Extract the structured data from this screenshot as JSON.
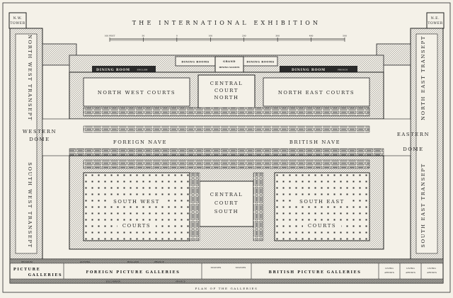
{
  "plan": {
    "title": "THE INTERNATIONAL EXHIBITION",
    "caption": "PLAN OF THE GALLERIES",
    "towers": {
      "nw_line1": "N.W.",
      "nw_line2": "TOWER",
      "ne_line1": "N.E.",
      "ne_line2": "TOWER"
    },
    "scale": {
      "ticks": [
        "100 FEET",
        "50",
        "0",
        "100",
        "200",
        "300",
        "400",
        "500"
      ]
    },
    "dining": {
      "grand_line1": "GRAND",
      "grand_line2": "DINING SALOON",
      "rooms_left": "DINING ROOMS",
      "rooms_right": "DINING ROOMS",
      "room_left": "DINING ROOM",
      "room_left_sub": "ENGLISH",
      "room_right": "DINING ROOM",
      "room_right_sub": "FRENCH"
    },
    "courts": {
      "north_west": "NORTH WEST COURTS",
      "central_north_line1": "CENTRAL",
      "central_north_line2": "COURT",
      "central_north_line3": "NORTH",
      "north_east": "NORTH EAST COURTS",
      "south_west_line1": "SOUTH WEST",
      "south_west_line2": "COURTS",
      "central_south_line1": "CENTRAL",
      "central_south_line2": "COURT",
      "central_south_line3": "SOUTH",
      "south_east_line1": "SOUTH EAST",
      "south_east_line2": "COURTS"
    },
    "transepts": {
      "north_west": "NORTH WEST TRANSEPT",
      "north_east": "NORTH EAST TRANSEPT",
      "south_west": "SOUTH WEST TRANSEPT",
      "south_east": "SOUTH EAST TRANSEPT"
    },
    "domes": {
      "western_line1": "WESTERN",
      "western_line2": "DOME",
      "eastern_line1": "EASTERN",
      "eastern_line2": "DOME"
    },
    "naves": {
      "foreign": "FOREIGN NAVE",
      "british": "BRITISH NAVE"
    },
    "galleries": {
      "picture_line1": "PICTURE",
      "picture_line2": "GALLERIES",
      "foreign": "FOREIGN PICTURE GALLERIES",
      "british": "BRITISH PICTURE GALLERIES",
      "zollverein": "ZOLLVEREIN",
      "france": "FRANCE",
      "belgium": "BELGIUM",
      "austria": "AUSTRIA",
      "holland": "HOLLAND",
      "statues": "STATUES",
      "statues_2": "STATUES",
      "living_1_line1": "LIVING",
      "living_1_line2": "ARTISTS",
      "living_2_line1": "LIVING",
      "living_2_line2": "ARTISTS",
      "living_3_line1": "LIVING",
      "living_3_line2": "ARTISTS"
    }
  }
}
